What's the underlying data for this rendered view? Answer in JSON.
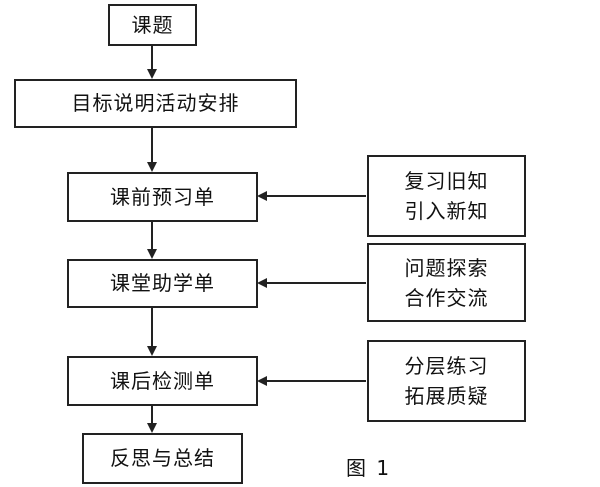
{
  "flow": {
    "topic": "课题",
    "goal": "目标说明活动安排",
    "pre": "课前预习单",
    "class": "课堂助学单",
    "post": "课后检测单",
    "reflect": "反思与总结"
  },
  "side": {
    "s1": [
      "复习旧知",
      "引入新知"
    ],
    "s2": [
      "问题探索",
      "合作交流"
    ],
    "s3": [
      "分层练习",
      "拓展质疑"
    ]
  },
  "caption": "图 1"
}
